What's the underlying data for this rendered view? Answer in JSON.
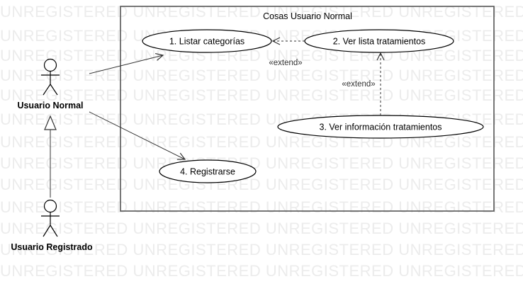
{
  "watermark": {
    "text": "UNREGISTERED UNREGISTERED UNREGISTERED UNREGISTERED UNREGISTERED",
    "color": "#ececec"
  },
  "diagram": {
    "system_boundary": {
      "title": "Cosas Usuario Normal"
    },
    "actors": {
      "usuario_normal": "Usuario Normal",
      "usuario_registrado": "Usuario Registrado"
    },
    "use_cases": {
      "listar_categorias": "1. Listar categorías",
      "ver_lista_tratamientos": "2. Ver lista tratamientos",
      "ver_informacion_tratamientos": "3. Ver información tratamientos",
      "registrarse": "4. Registrarse"
    },
    "relations": {
      "extend_label_1": "«extend»",
      "extend_label_2": "«extend»"
    },
    "colors": {
      "stroke": "#000000",
      "boundary_stroke": "#555555",
      "fill": "#ffffff",
      "connector": "#333333"
    }
  }
}
